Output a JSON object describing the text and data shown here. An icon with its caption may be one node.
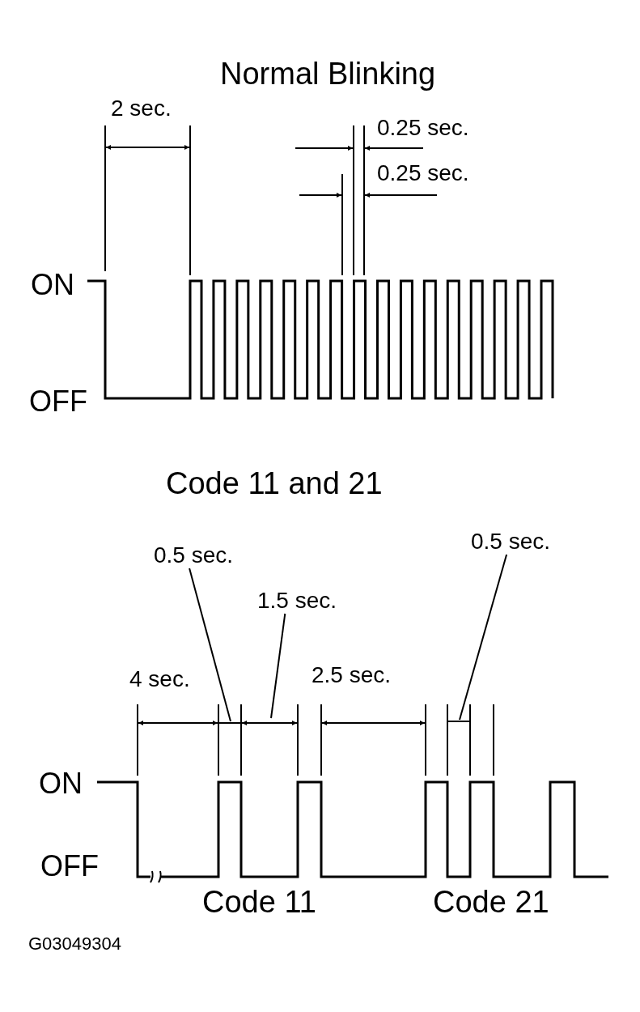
{
  "diagram": {
    "nodes": [
      {
        "text": [
          "0.5 sec."
        ]
      },
      {
        "text": [
          "1.5 sec."
        ]
      },
      {
        "text": [
          "0.5 sec."
        ]
      }
    ],
    "edges": [
      {
        "from": 0,
        "to": null,
        "arrow": "none"
      },
      {
        "from": 1,
        "to": null,
        "arrow": "none"
      },
      {
        "from": 2,
        "to": null,
        "arrow": "none"
      }
    ],
    "labels": [
      "Normal Blinking",
      "2 sec.",
      "0.25 sec.",
      "0.25 sec.",
      "ON",
      "OFF",
      "Code 11 and 21",
      "4 sec.",
      "2.5 sec.",
      "ON",
      "OFF",
      "Code 11",
      "Code 21",
      "G03049304"
    ]
  }
}
